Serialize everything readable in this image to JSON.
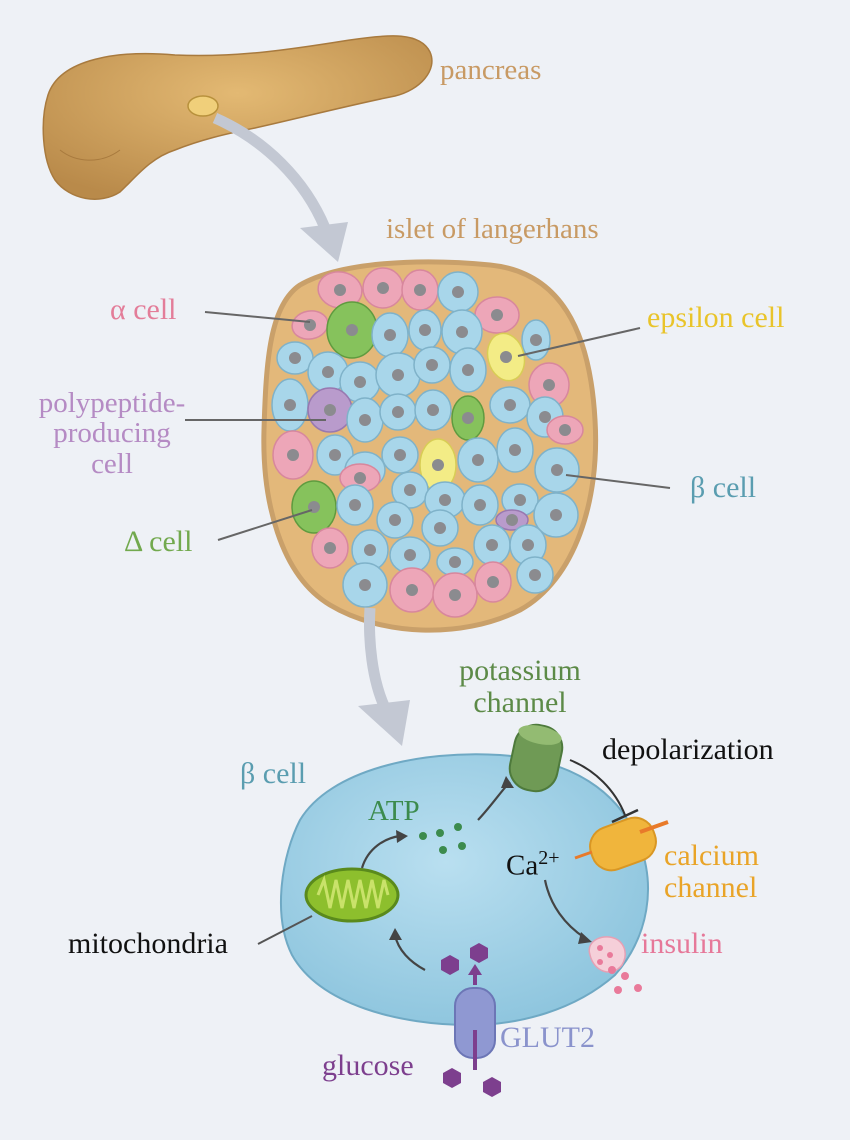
{
  "labels": {
    "pancreas": "pancreas",
    "islet": "islet of langerhans",
    "alpha_cell": "α cell",
    "epsilon_cell": "epsilon cell",
    "pp_cell_line1": "polypeptide-",
    "pp_cell_line2": "producing",
    "pp_cell_line3": "cell",
    "beta_cell": "β cell",
    "delta_cell": "Δ cell",
    "potassium_line1": "potassium",
    "potassium_line2": "channel",
    "beta_cell_large": "β cell",
    "depolarization": "depolarization",
    "atp": "ATP",
    "ca_base": "Ca",
    "ca_sup": "2+",
    "calcium_line1": "calcium",
    "calcium_line2": "channel",
    "mitochondria": "mitochondria",
    "insulin": "insulin",
    "glut2": "GLUT2",
    "glucose": "glucose"
  },
  "colors": {
    "background": "#eef1f6",
    "islet_outline": "#c9a06a",
    "beta_cell": "#a8d6ea",
    "alpha_cell": "#eda6b8",
    "delta_cell": "#86c25c",
    "epsilon_cell": "#f3ec86",
    "pp_cell": "#b99bcc",
    "arrow": "#c3c8d3"
  }
}
